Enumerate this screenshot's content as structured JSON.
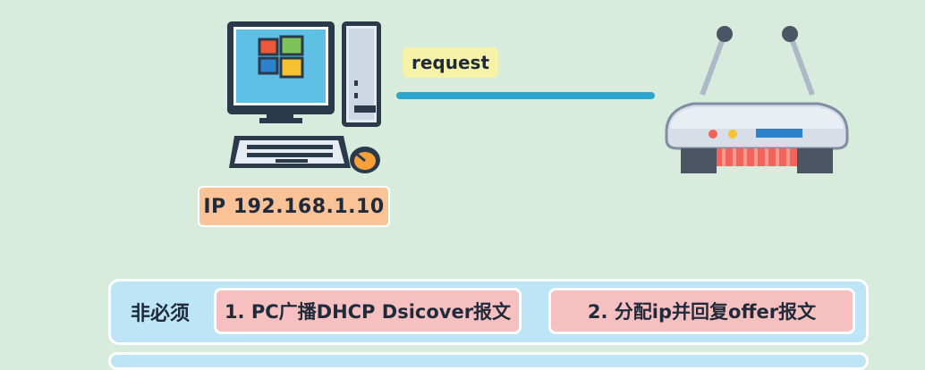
{
  "labels": {
    "request": "request",
    "ip": "IP 192.168.1.10"
  },
  "steps": {
    "title": "非必须",
    "items": [
      {
        "label": "1. PC广播DHCP Dsicover报文"
      },
      {
        "label": "2. 分配ip并回复offer报文"
      }
    ]
  },
  "icons": {
    "computer": "desktop-computer-icon",
    "router": "router-icon"
  },
  "colors": {
    "background": "#d8ecdd",
    "request_line": "#2aa6cf",
    "ip_badge": "#f9c297",
    "step_box": "#f7c0c0",
    "steps_panel": "#bde5f6",
    "request_tag": "#f6f3a8"
  }
}
